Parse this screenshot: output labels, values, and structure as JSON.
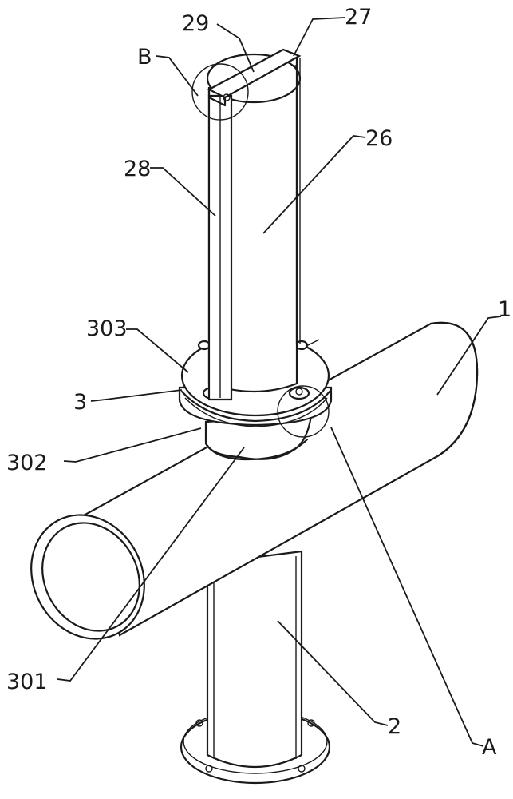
{
  "labels": {
    "l29": "29",
    "l27": "27",
    "lB": "B",
    "l26": "26",
    "l28": "28",
    "l1": "1",
    "l303": "303",
    "l3": "3",
    "l302": "302",
    "lA": "A",
    "l301": "301",
    "l2": "2"
  }
}
